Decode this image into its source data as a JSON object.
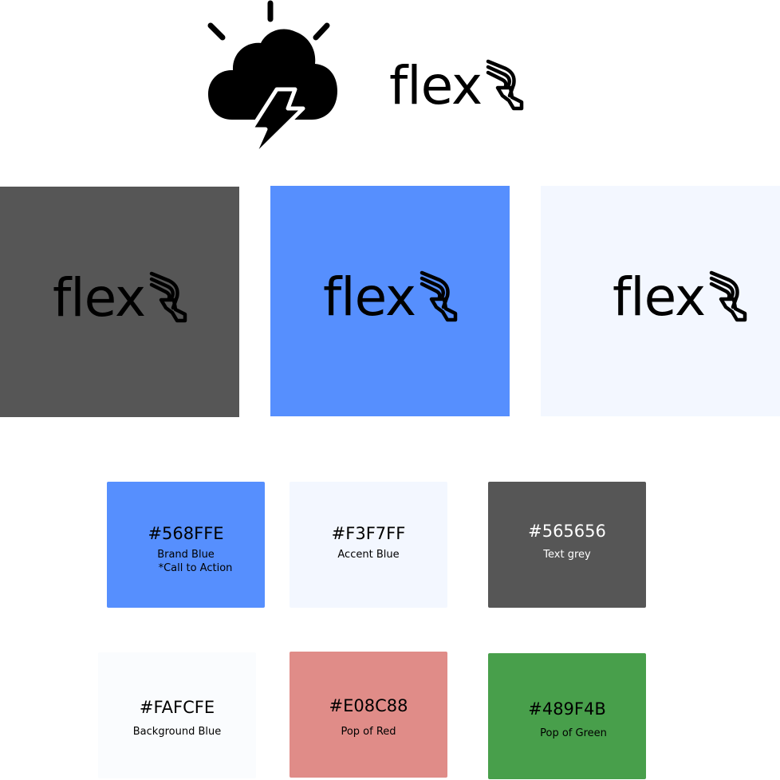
{
  "logo": {
    "wordmark": "flex"
  },
  "icons": {
    "storm": "storm-cloud-lightning-icon",
    "wing": "winged-shoe-icon"
  },
  "panels": [
    {
      "name": "dark",
      "background": "#565656"
    },
    {
      "name": "blue",
      "background": "#568FFE"
    },
    {
      "name": "light",
      "background": "#F3F7FF"
    }
  ],
  "swatches": [
    {
      "hex": "#568FFE",
      "label": "Brand Blue",
      "sub": "*Call to Action",
      "color": "#568FFE",
      "text_color": "#000000"
    },
    {
      "hex": "#F3F7FF",
      "label": "Accent Blue",
      "color": "#F3F7FF",
      "text_color": "#000000"
    },
    {
      "hex": "#565656",
      "label": "Text grey",
      "color": "#565656",
      "text_color": "#FFFFFF"
    },
    {
      "hex": "#FAFCFE",
      "label": "Background Blue",
      "color": "#FAFCFE",
      "text_color": "#000000"
    },
    {
      "hex": "#E08C88",
      "label": "Pop of Red",
      "color": "#E08C88",
      "text_color": "#000000"
    },
    {
      "hex": "#489F4B",
      "label": "Pop of Green",
      "color": "#489F4B",
      "text_color": "#000000"
    }
  ]
}
